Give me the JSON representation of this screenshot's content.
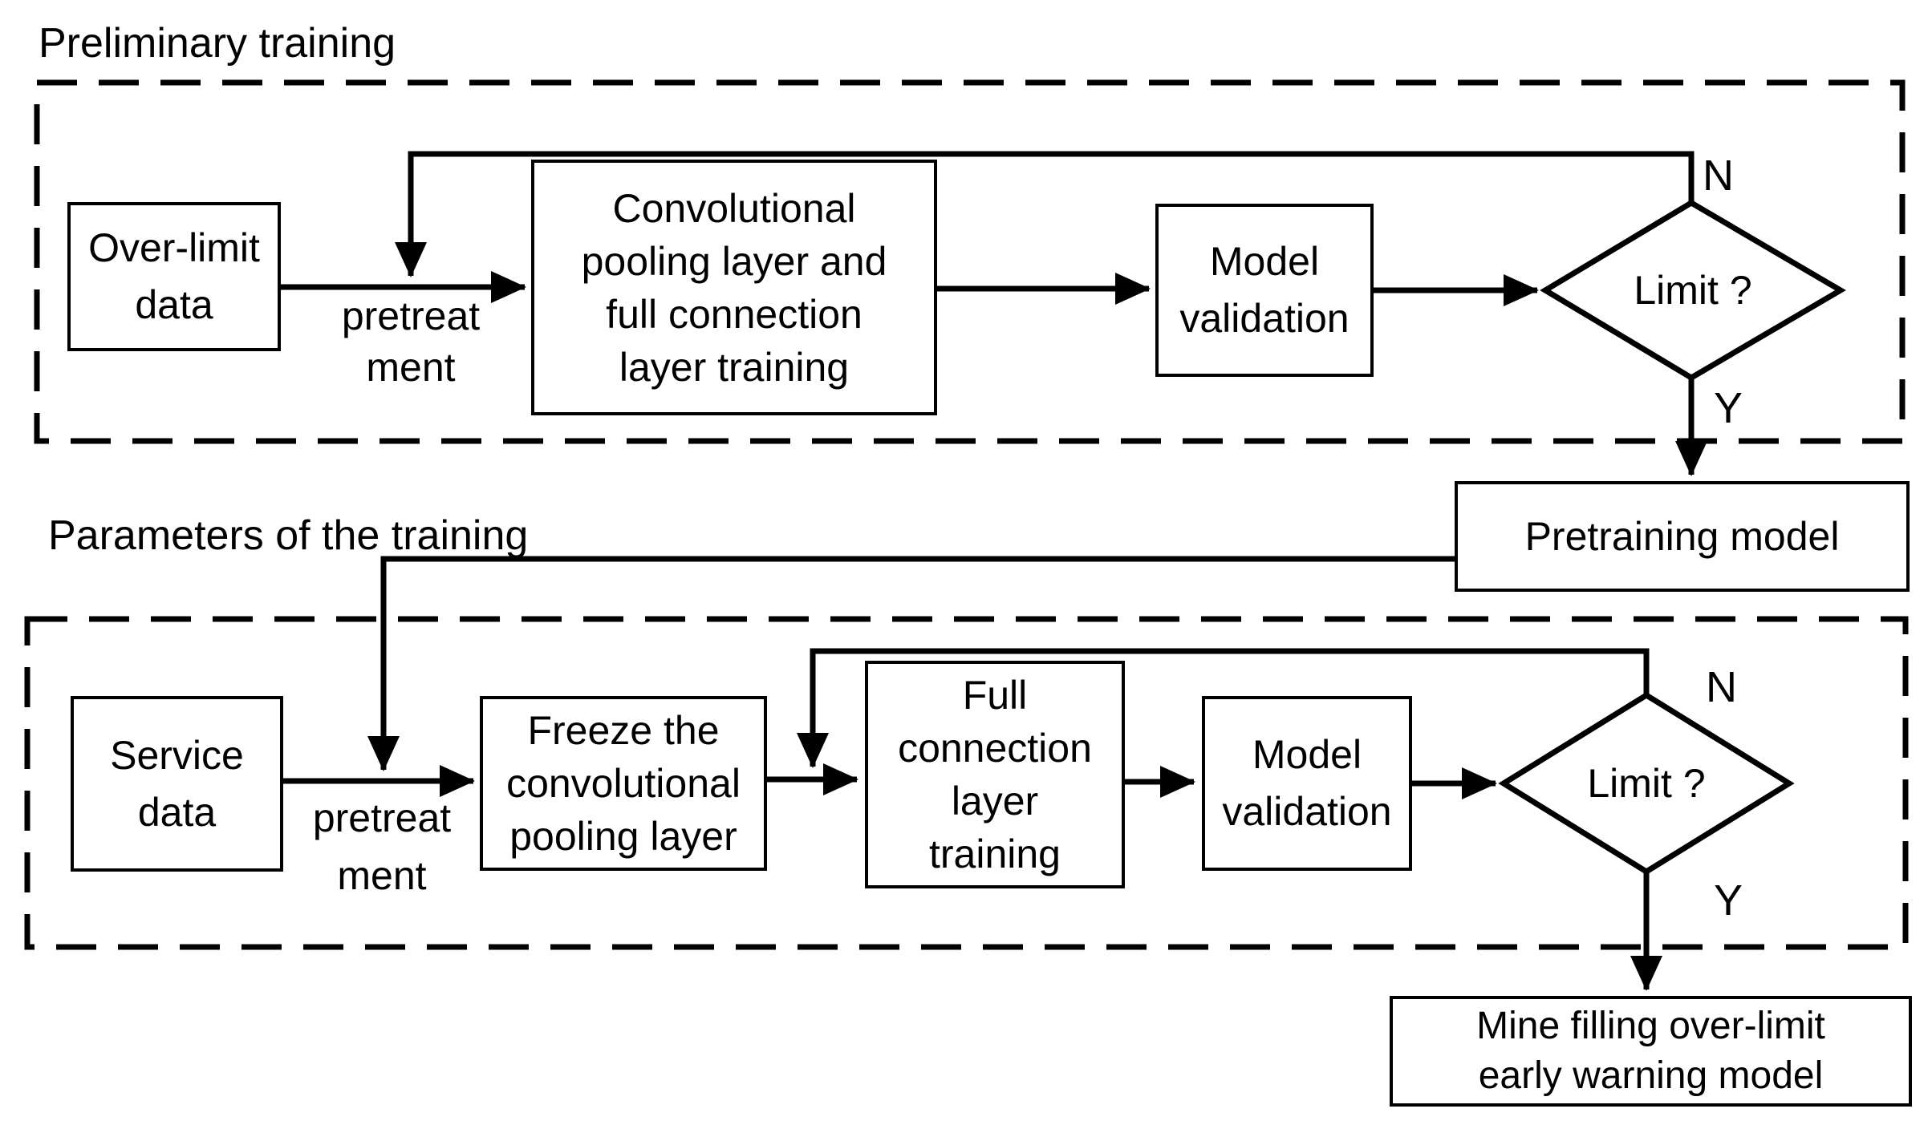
{
  "colors": {
    "ink": "#000000",
    "background": "#ffffff"
  },
  "stage1": {
    "title": "Preliminary training",
    "over_limit": {
      "line1": "Over-limit",
      "line2": "data"
    },
    "pretreatment": {
      "line1": "pretreat",
      "line2": "ment"
    },
    "conv_training": {
      "line1": "Convolutional",
      "line2": "pooling layer and",
      "line3": "full connection",
      "line4": "layer training"
    },
    "validation": {
      "line1": "Model",
      "line2": "validation"
    },
    "decision": "Limit ?",
    "branch_no": "N",
    "branch_yes": "Y"
  },
  "middle": {
    "pretraining_model": "Pretraining model",
    "parameters_title": "Parameters of the training"
  },
  "stage2": {
    "service_data": {
      "line1": "Service",
      "line2": "data"
    },
    "pretreatment": {
      "line1": "pretreat",
      "line2": "ment"
    },
    "freeze": {
      "line1": "Freeze the",
      "line2": "convolutional",
      "line3": "pooling layer"
    },
    "full_connection": {
      "line1": "Full",
      "line2": "connection",
      "line3": "layer",
      "line4": "training"
    },
    "validation": {
      "line1": "Model",
      "line2": "validation"
    },
    "decision": "Limit ?",
    "branch_no": "N",
    "branch_yes": "Y"
  },
  "output": {
    "line1": "Mine filling over-limit",
    "line2": "early warning model"
  }
}
